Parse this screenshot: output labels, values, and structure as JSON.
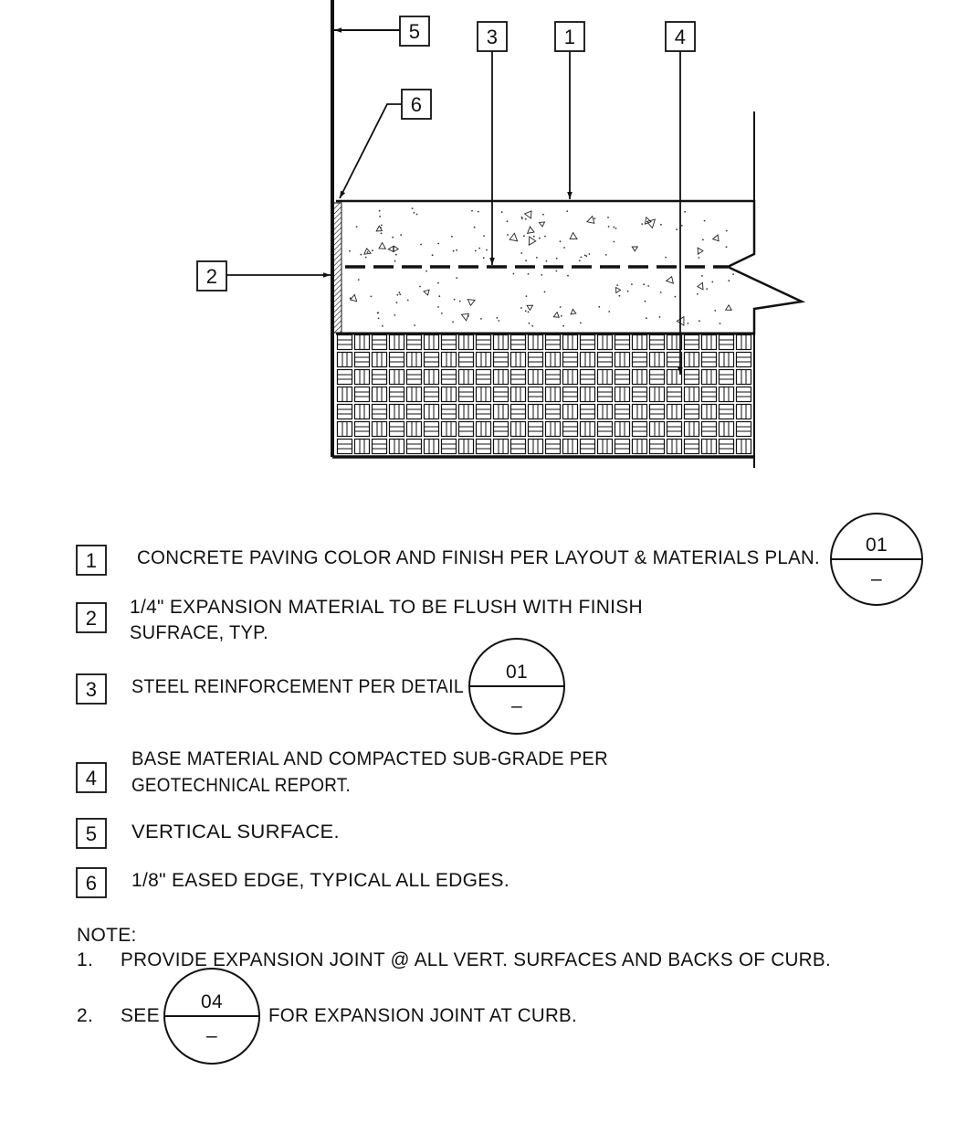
{
  "callouts": [
    "1",
    "2",
    "3",
    "4",
    "5",
    "6"
  ],
  "legend": [
    {
      "num": "1",
      "lines": [
        "CONCRETE PAVING COLOR AND FINISH PER LAYOUT & MATERIALS PLAN."
      ]
    },
    {
      "num": "2",
      "lines": [
        "1/4\" EXPANSION MATERIAL TO BE FLUSH WITH FINISH",
        "SUFRACE, TYP."
      ]
    },
    {
      "num": "3",
      "lines": [
        "STEEL REINFORCEMENT PER DETAIL"
      ]
    },
    {
      "num": "4",
      "lines": [
        "BASE MATERIAL AND COMPACTED SUB-GRADE PER",
        "GEOTECHNICAL REPORT."
      ]
    },
    {
      "num": "5",
      "lines": [
        "VERTICAL SURFACE."
      ]
    },
    {
      "num": "6",
      "lines": [
        "1/8\" EASED EDGE, TYPICAL ALL EDGES."
      ]
    }
  ],
  "detail_refs": [
    {
      "top": "01",
      "bottom": "–"
    },
    {
      "top": "01",
      "bottom": "–"
    },
    {
      "top": "04",
      "bottom": "–"
    }
  ],
  "notes": {
    "heading": "NOTE:",
    "items": [
      {
        "num": "1.",
        "text": "PROVIDE EXPANSION JOINT @ ALL VERT. SURFACES AND BACKS OF CURB."
      },
      {
        "num": "2.",
        "before": "SEE",
        "after": "FOR EXPANSION JOINT AT CURB."
      }
    ]
  },
  "colors": {
    "ink": "#111111",
    "background": "#ffffff"
  }
}
